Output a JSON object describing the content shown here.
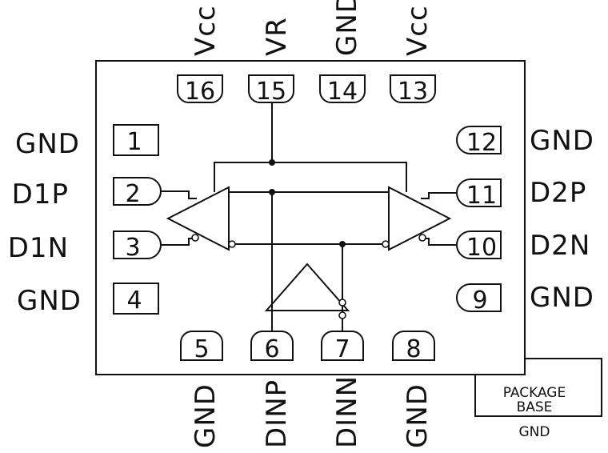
{
  "pins": {
    "p1": {
      "number": "1"
    },
    "p2": {
      "number": "2"
    },
    "p3": {
      "number": "3"
    },
    "p4": {
      "number": "4"
    },
    "p5": {
      "number": "5"
    },
    "p6": {
      "number": "6"
    },
    "p7": {
      "number": "7"
    },
    "p8": {
      "number": "8"
    },
    "p9": {
      "number": "9"
    },
    "p10": {
      "number": "10"
    },
    "p11": {
      "number": "11"
    },
    "p12": {
      "number": "12"
    },
    "p13": {
      "number": "13"
    },
    "p14": {
      "number": "14"
    },
    "p15": {
      "number": "15"
    },
    "p16": {
      "number": "16"
    }
  },
  "labels": {
    "top": [
      "Vcc",
      "VR",
      "GND",
      "Vcc"
    ],
    "bottom": [
      "GND",
      "DINP",
      "DINN",
      "GND"
    ],
    "left": [
      "GND",
      "D1P",
      "D1N",
      "GND"
    ],
    "right": [
      "GND",
      "D2P",
      "D2N",
      "GND"
    ]
  },
  "package_base": {
    "line1": "PACKAGE",
    "line2": "BASE",
    "ground": "GND"
  }
}
